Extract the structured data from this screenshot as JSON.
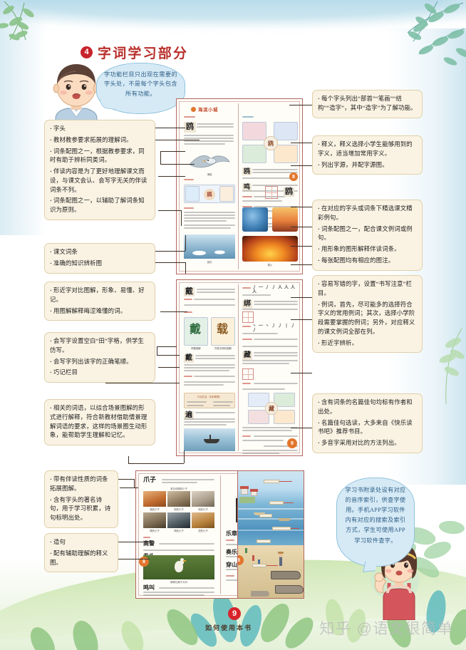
{
  "header": {
    "section_number": "4",
    "section_title": "字词学习部分"
  },
  "bubbles": {
    "top": "字功能栏目只出现在需要的字头处，不是每个字头包含所有功能。",
    "bottom": "学习书附录处设有对应的音序索引，供查字使用。手机APP学习软件内有对应的搜索及索引方式，学生可使用APP学习软件查字。"
  },
  "left_callouts": [
    {
      "id": "callout-L1",
      "lines": [
        "字头",
        "教材教参要求拓展的理解词。",
        "词条配图之一，根据教参要求，同时有助于辨析同类词。",
        "伴读内容是为了更好地理解课文而设，与课文会认、会写字无关的伴读词条不列。",
        "词条配图之一，以辅助了解词条知识为原则。"
      ]
    },
    {
      "id": "callout-L2",
      "lines": [
        "课文词条",
        "准确的知识辨析图"
      ]
    },
    {
      "id": "callout-L3",
      "lines": [
        "形近字对比图解，形象、易懂、好记。",
        "用图解解释晦涩难懂的词。"
      ]
    },
    {
      "id": "callout-L4",
      "lines": [
        "会写字设置空白“田”字格，供学生仿写。",
        "会写字列出该字的正确笔顺。",
        "巧记栏目"
      ]
    },
    {
      "id": "callout-L5",
      "lines": [
        "相关的词语，以综合场景图解的形式进行解释，符合新教材借助情景理解词语的要求，这样的场景图生动形象，能帮助学生理解和记忆。"
      ]
    },
    {
      "id": "callout-L6",
      "lines": [
        "带有伴读性质的词条拓展图解。",
        "含有字头的著名诗句，用于学习积累，诗句标明出处。"
      ]
    },
    {
      "id": "callout-L7",
      "lines": [
        "造句",
        "配有辅助理解的释义图。"
      ]
    }
  ],
  "right_callouts": [
    {
      "id": "callout-R1",
      "lines": [
        "每个字头列出“部首”“笔画”“结构”“造字”，其中“造字”为了解功能。"
      ]
    },
    {
      "id": "callout-R2",
      "lines": [
        "释义，释义选择小学生能够用到的字义，适当增加常用字义。",
        "列出字源，并配字源图。"
      ]
    },
    {
      "id": "callout-R3",
      "lines": [
        "在对应的字头或词条下精选课文精彩例句。",
        "词条配图之一，配合课文例词或例句。",
        "用形象的图形解释伴读词条。",
        "每张配图均有相应的图注。"
      ]
    },
    {
      "id": "callout-R4",
      "lines": [
        "容易写错的字，设置“书写注意”栏目。",
        "例词，首先，尽可能多的选择符合字义的常用例词；其次，选择小学阶段需要掌握的例词；另外，对应释义的课文例词全部在列。",
        "形近字辨析。"
      ]
    },
    {
      "id": "callout-R5",
      "lines": [
        "含有词条的名篇佳句均标有作者和出处。",
        "名篇佳句选读，大多来自《快乐读书吧》推荐书目。",
        "多音字采用对比的方法列出。"
      ]
    }
  ],
  "book_pages": {
    "page1_header": "海滨小城",
    "page_marker_top": "8",
    "page_marker_mid": "9",
    "page_marker_bot": "8",
    "page_marker_scene": "8"
  },
  "footer": {
    "page_number": "9",
    "label": "如何使用本书",
    "watermark": "知乎 @语文很简单"
  },
  "colors": {
    "title_red": "#b8302c",
    "badge_red": "#c8232c",
    "callout_bg": "#faf3e4",
    "callout_border": "#e0cfa8",
    "bubble_bg": "#d6eaf6",
    "bubble_border": "#8fc3dd",
    "book_border": "#b4675f",
    "accent_orange": "#e2762c"
  }
}
